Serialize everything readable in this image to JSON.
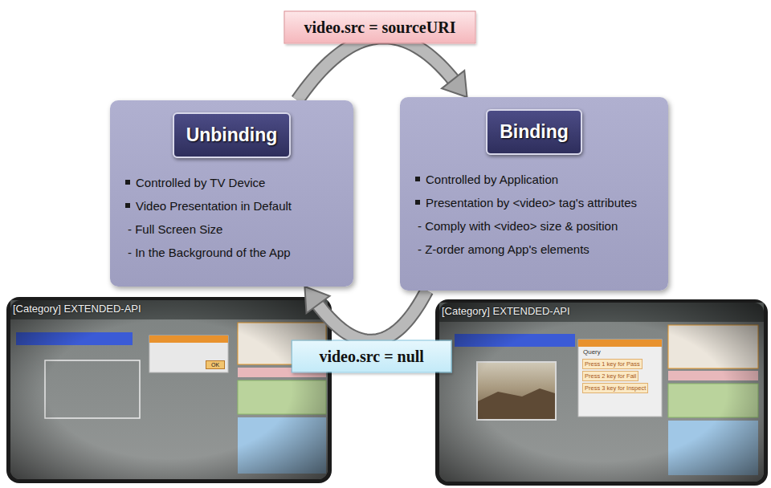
{
  "diagram": {
    "nodes": [
      {
        "text": [
          "Unbinding",
          "Controlled by TV Device",
          "Video Presentation in Default",
          "- Full Screen Size",
          "- In the Background of the App"
        ]
      },
      {
        "text": [
          "Binding",
          "Controlled by Application",
          "Presentation by <video> tag's attributes",
          "- Comply with <video> size & position",
          "- Z-order among App's elements"
        ]
      },
      {
        "text": [
          "[Category] EXTENDED-API",
          "OK"
        ]
      },
      {
        "text": [
          "[Category] EXTENDED-API",
          "Query",
          "Press 1 key for Pass",
          "Press 2 key for Fail",
          "Press 3 key for Inspect"
        ]
      }
    ],
    "edges": [
      {
        "from": 0,
        "to": 1,
        "arrow": "to",
        "label": "video.src = sourceURI"
      },
      {
        "from": 1,
        "to": 0,
        "arrow": "to",
        "label": "video.src = null"
      }
    ]
  }
}
